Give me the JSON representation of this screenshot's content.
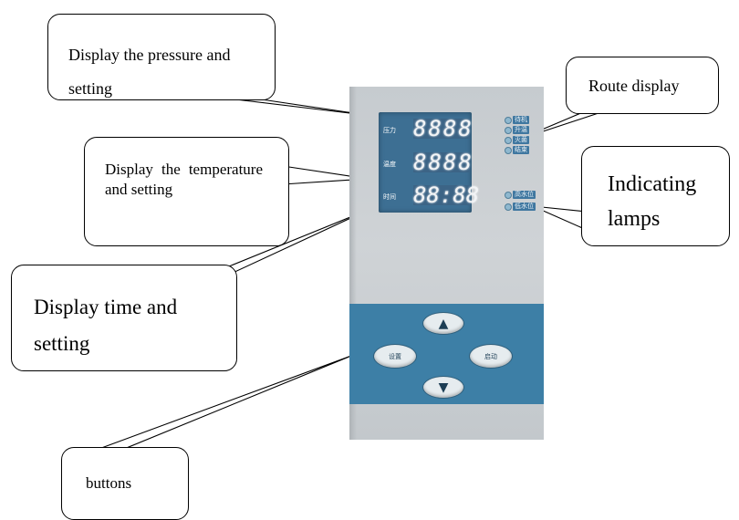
{
  "panel": {
    "rows": [
      {
        "label": "压力",
        "reading": "8888"
      },
      {
        "label": "温度",
        "reading": "8888"
      },
      {
        "label": "时间",
        "reading": "88:88"
      }
    ],
    "route_lamps": [
      "待机",
      "升温",
      "灭菌",
      "结束"
    ],
    "indicator_lamps": [
      "高水位",
      "低水位"
    ],
    "buttons": {
      "set_label": "设置",
      "start_label": "启动",
      "up_icon": "▲",
      "down_icon": "▼"
    }
  },
  "callouts": {
    "pressure": "Display the pressure and setting",
    "temperature": "Display the temperature and setting",
    "time": "Display time and setting",
    "route": "Route display",
    "lamps": "Indicating lamps",
    "buttons": "buttons"
  }
}
